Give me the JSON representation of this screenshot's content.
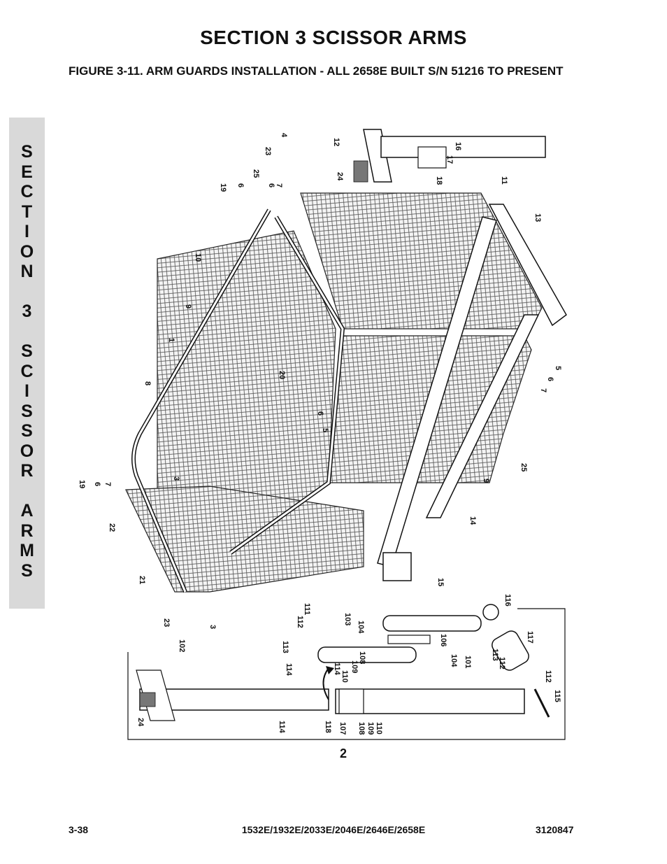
{
  "header": {
    "section_title": "SECTION 3   SCISSOR ARMS",
    "figure_title": "FIGURE 3-11.  ARM GUARDS INSTALLATION - ALL 2658E BUILT S/N 51216 TO PRESENT"
  },
  "side_tab": {
    "text": "S\nE\nC\nT\nI\nO\nN\n\n3\n\nS\nC\nI\nS\nS\nO\nR\n\nA\nR\nM\nS"
  },
  "figure": {
    "inset_label": "2",
    "callouts": [
      {
        "id": "c4",
        "text": "4"
      },
      {
        "id": "c12",
        "text": "12"
      },
      {
        "id": "c16",
        "text": "16"
      },
      {
        "id": "c23a",
        "text": "23"
      },
      {
        "id": "c17",
        "text": "17"
      },
      {
        "id": "c24a",
        "text": "24"
      },
      {
        "id": "c18",
        "text": "18"
      },
      {
        "id": "c19a",
        "text": "19"
      },
      {
        "id": "c6a",
        "text": "6"
      },
      {
        "id": "c25a",
        "text": "25"
      },
      {
        "id": "c6b",
        "text": "6"
      },
      {
        "id": "c7a",
        "text": "7"
      },
      {
        "id": "c11",
        "text": "11"
      },
      {
        "id": "c13",
        "text": "13"
      },
      {
        "id": "c10",
        "text": "10"
      },
      {
        "id": "c9a",
        "text": "9"
      },
      {
        "id": "c1",
        "text": "1"
      },
      {
        "id": "c8",
        "text": "8"
      },
      {
        "id": "c20",
        "text": "20"
      },
      {
        "id": "c6c",
        "text": "6"
      },
      {
        "id": "c5a",
        "text": "5"
      },
      {
        "id": "c5b",
        "text": "5"
      },
      {
        "id": "c6d",
        "text": "6"
      },
      {
        "id": "c7b",
        "text": "7"
      },
      {
        "id": "c25b",
        "text": "25"
      },
      {
        "id": "c9b",
        "text": "9"
      },
      {
        "id": "c3a",
        "text": "3"
      },
      {
        "id": "c19b",
        "text": "19"
      },
      {
        "id": "c6e",
        "text": "6"
      },
      {
        "id": "c7c",
        "text": "7"
      },
      {
        "id": "c22",
        "text": "22"
      },
      {
        "id": "c14",
        "text": "14"
      },
      {
        "id": "c21",
        "text": "21"
      },
      {
        "id": "c15",
        "text": "15"
      },
      {
        "id": "c23b",
        "text": "23"
      },
      {
        "id": "c3b",
        "text": "3"
      },
      {
        "id": "c111",
        "text": "111"
      },
      {
        "id": "c112a",
        "text": "112"
      },
      {
        "id": "c103",
        "text": "103"
      },
      {
        "id": "c104a",
        "text": "104"
      },
      {
        "id": "c116",
        "text": "116"
      },
      {
        "id": "c106",
        "text": "106"
      },
      {
        "id": "c117",
        "text": "117"
      },
      {
        "id": "c102",
        "text": "102"
      },
      {
        "id": "c113a",
        "text": "113"
      },
      {
        "id": "c108a",
        "text": "108"
      },
      {
        "id": "c109a",
        "text": "109"
      },
      {
        "id": "c104b",
        "text": "104"
      },
      {
        "id": "c101",
        "text": "101"
      },
      {
        "id": "c113b",
        "text": "113"
      },
      {
        "id": "c112b",
        "text": "112"
      },
      {
        "id": "c114a",
        "text": "114"
      },
      {
        "id": "c114b",
        "text": "114"
      },
      {
        "id": "c110a",
        "text": "110"
      },
      {
        "id": "c112c",
        "text": "112"
      },
      {
        "id": "c115",
        "text": "115"
      },
      {
        "id": "c24b",
        "text": "24"
      },
      {
        "id": "c114c",
        "text": "114"
      },
      {
        "id": "c118",
        "text": "118"
      },
      {
        "id": "c107",
        "text": "107"
      },
      {
        "id": "c108b",
        "text": "108"
      },
      {
        "id": "c109b",
        "text": "109"
      },
      {
        "id": "c110b",
        "text": "110"
      }
    ]
  },
  "footer": {
    "page": "3-38",
    "models": "1532E/1932E/2033E/2046E/2646E/2658E",
    "doc_number": "3120847"
  }
}
